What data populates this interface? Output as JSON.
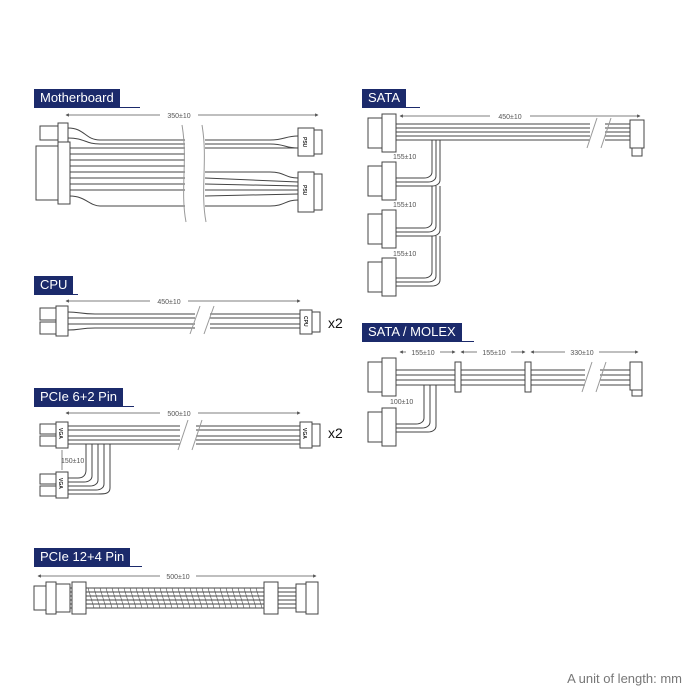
{
  "sections": {
    "motherboard": {
      "title": "Motherboard",
      "dimension": "350±10",
      "connector_label_1": "PSU",
      "connector_label_2": "PSU"
    },
    "cpu": {
      "title": "CPU",
      "dimension": "450±10",
      "connector_label": "CPU",
      "multiplier": "x2"
    },
    "pcie62": {
      "title": "PCIe 6+2 Pin",
      "dimension": "500±10",
      "branch_dimension": "150±10",
      "connector_label_main": "VGA",
      "connector_label_branch": "VGA",
      "connector_label_psu": "VGA",
      "multiplier": "x2"
    },
    "pcie124": {
      "title": "PCIe 12+4 Pin",
      "dimension": "500±10"
    },
    "sata": {
      "title": "SATA",
      "dimension": "450±10",
      "gap_1": "155±10",
      "gap_2": "155±10",
      "gap_3": "155±10"
    },
    "sata_molex": {
      "title": "SATA / MOLEX",
      "dimension_1": "155±10",
      "dimension_2": "155±10",
      "dimension_3": "330±10",
      "branch_dimension": "100±10"
    }
  },
  "footer": {
    "unit_note": "A unit of length: mm"
  },
  "colors": {
    "label_background": "#1b2a6b",
    "wire": "#444444"
  }
}
